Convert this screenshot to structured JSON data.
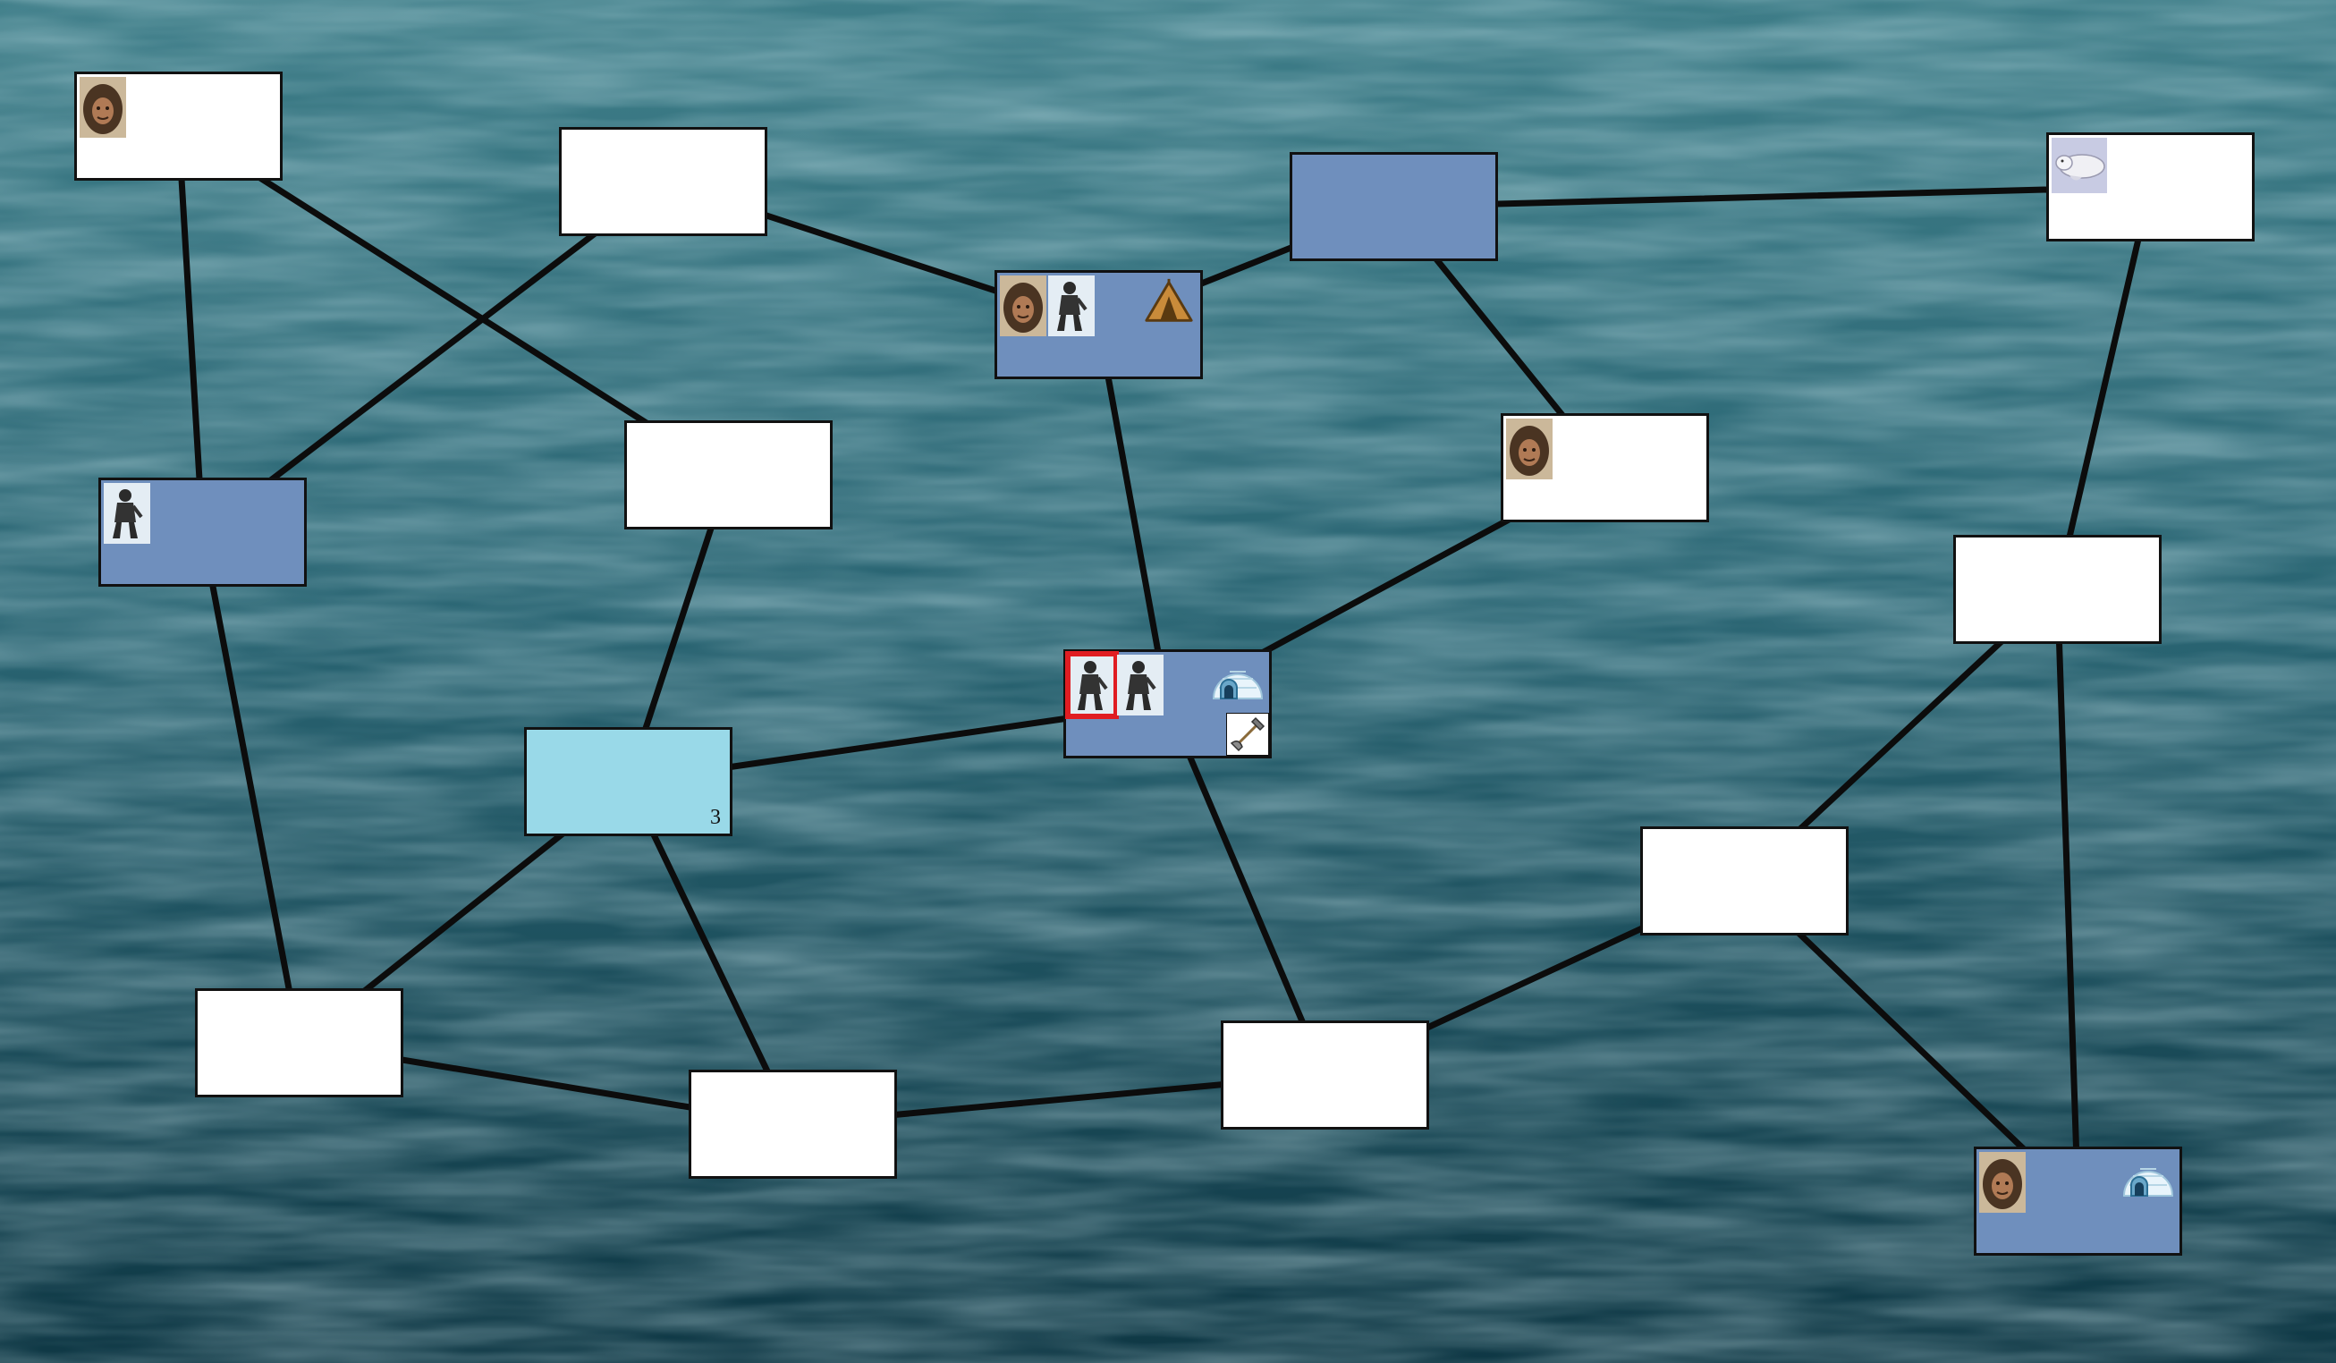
{
  "board": {
    "tiles": [
      {
        "id": "t1",
        "state": "white",
        "tokens": [
          "inuit-hunter"
        ],
        "items": []
      },
      {
        "id": "t2",
        "state": "white",
        "tokens": [],
        "items": []
      },
      {
        "id": "t3",
        "state": "blue",
        "tokens": [
          "inuit-hunter",
          "arctic-explorer"
        ],
        "items": [
          "tent"
        ]
      },
      {
        "id": "t4",
        "state": "blue",
        "tokens": [],
        "items": []
      },
      {
        "id": "t5",
        "state": "white",
        "tokens": [
          "beluga-whale"
        ],
        "items": []
      },
      {
        "id": "t6",
        "state": "blue",
        "tokens": [
          "arctic-explorer"
        ],
        "items": []
      },
      {
        "id": "t7",
        "state": "white",
        "tokens": [],
        "items": []
      },
      {
        "id": "t8",
        "state": "white",
        "tokens": [
          "inuit-hunter"
        ],
        "items": []
      },
      {
        "id": "t9",
        "state": "white",
        "tokens": [],
        "items": []
      },
      {
        "id": "t10",
        "state": "light",
        "count": "3",
        "tokens": [],
        "items": []
      },
      {
        "id": "t11",
        "state": "blue",
        "tokens": [
          "arctic-explorer",
          "arctic-explorer"
        ],
        "selected_token": 0,
        "items": [
          "igloo",
          "shovel"
        ]
      },
      {
        "id": "t12",
        "state": "white",
        "tokens": [],
        "items": []
      },
      {
        "id": "t13",
        "state": "white",
        "tokens": [],
        "items": []
      },
      {
        "id": "t14",
        "state": "white",
        "tokens": [],
        "items": []
      },
      {
        "id": "t15",
        "state": "white",
        "tokens": [],
        "items": []
      },
      {
        "id": "t16",
        "state": "blue",
        "tokens": [
          "inuit-hunter"
        ],
        "items": [
          "igloo"
        ]
      }
    ],
    "links": [
      [
        "t1",
        "t6"
      ],
      [
        "t1",
        "t7"
      ],
      [
        "t2",
        "t6"
      ],
      [
        "t2",
        "t3"
      ],
      [
        "t3",
        "t4"
      ],
      [
        "t3",
        "t11"
      ],
      [
        "t4",
        "t5"
      ],
      [
        "t4",
        "t8"
      ],
      [
        "t5",
        "t9"
      ],
      [
        "t7",
        "t10"
      ],
      [
        "t6",
        "t12"
      ],
      [
        "t10",
        "t12"
      ],
      [
        "t10",
        "t11"
      ],
      [
        "t10",
        "t14"
      ],
      [
        "t12",
        "t14"
      ],
      [
        "t11",
        "t8"
      ],
      [
        "t11",
        "t15"
      ],
      [
        "t14",
        "t15"
      ],
      [
        "t15",
        "t13"
      ],
      [
        "t9",
        "t13"
      ],
      [
        "t9",
        "t16"
      ],
      [
        "t13",
        "t16"
      ]
    ]
  },
  "colors": {
    "tile_white": "#ffffff",
    "tile_blue": "#6f8fbd",
    "tile_light": "#99d9e8",
    "selection": "#e01d22",
    "link": "#0c0c0c",
    "sea": "#2a5f6e"
  },
  "icons": {
    "inuit-hunter": "inuit-hunter-icon",
    "arctic-explorer": "arctic-explorer-icon",
    "beluga-whale": "beluga-whale-icon",
    "tent": "tent-icon",
    "igloo": "igloo-icon",
    "shovel": "shovel-icon"
  }
}
